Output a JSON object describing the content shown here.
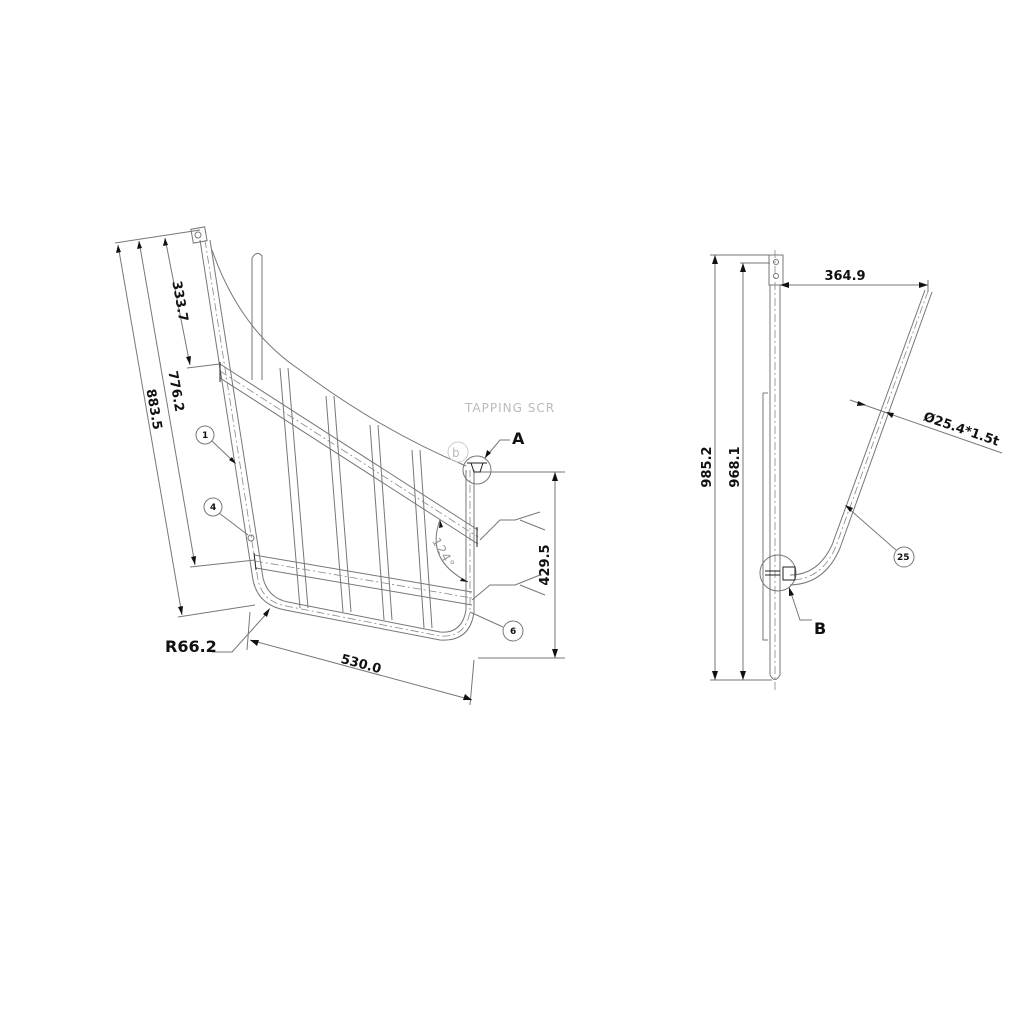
{
  "front_view": {
    "dimensions": {
      "overall_length": "883.5",
      "lower_bar_position": "776.2",
      "upper_bar_position": "333.7",
      "height": "429.5",
      "width": "530.0",
      "bend_radius": "R66.2",
      "angle": "124°"
    },
    "note": "TAPPING SCR",
    "detail_marker": "b",
    "detail_label": "A",
    "balloons": [
      "1",
      "4",
      "6"
    ]
  },
  "side_view": {
    "dimensions": {
      "overall_height": "985.2",
      "tube_height": "968.1",
      "offset": "364.9",
      "tube_spec": "Ø25.4*1.5t"
    },
    "detail_label": "B",
    "balloons": [
      "25"
    ]
  }
}
